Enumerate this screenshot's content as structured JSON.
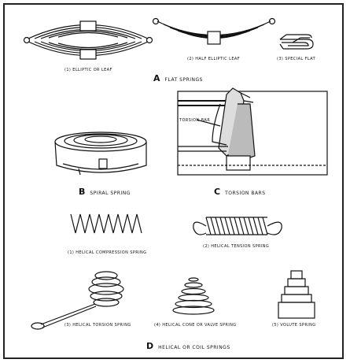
{
  "flat_springs": {
    "letter": "A",
    "title": "FLAT SPRINGS",
    "items": [
      {
        "label": "(1) ELLIPTIC OR LEAF"
      },
      {
        "label": "(2) HALF ELLIPTIC LEAF"
      },
      {
        "label": "(3) SPECIAL FLAT"
      }
    ]
  },
  "spiral": {
    "letter": "B",
    "title": "SPIRAL SPRING"
  },
  "torsion_bars": {
    "letter": "C",
    "title": "TORSION BARS",
    "callout": "TORSION BAR"
  },
  "helical": {
    "letter": "D",
    "title": "HELICAL OR COIL SPRINGS",
    "items": [
      {
        "label": "(1) HELICAL COMPRESSION SPRING"
      },
      {
        "label": "(2) HELICAL TENSION SPRING"
      },
      {
        "label": "(3) HELICAL TORSION SPRING"
      },
      {
        "label": "(4) HELICAL CONE OR VALVE SPRING"
      },
      {
        "label": "(5) VOLUTE SPRING"
      }
    ]
  }
}
